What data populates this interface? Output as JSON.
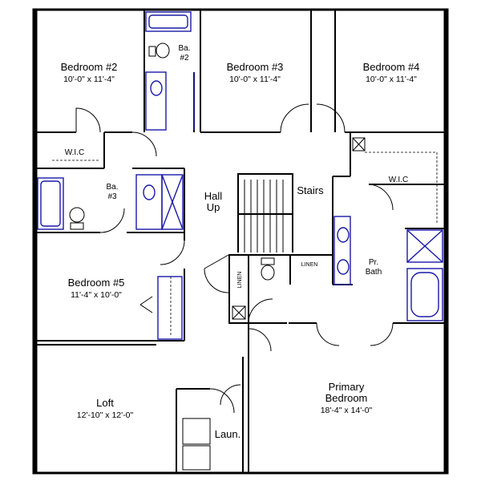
{
  "plan": {
    "rooms": [
      {
        "name": "Bedroom #2",
        "size": "10'-0\" x 11'-4\""
      },
      {
        "name": "Bedroom #3",
        "size": "10'-0\" x 11'-4\""
      },
      {
        "name": "Bedroom #4",
        "size": "10'-0\" x 11'-4\""
      },
      {
        "name": "Bedroom #5",
        "size": "11'-4\" x 10'-0\""
      },
      {
        "name": "Loft",
        "size": "12'-10\" x 12'-0\""
      },
      {
        "name": "Primary",
        "name2": "Bedroom",
        "size": "18'-4\" x 14'-0\""
      }
    ],
    "labels": {
      "ba2_line1": "Ba.",
      "ba2_line2": "#2",
      "ba3_line1": "Ba.",
      "ba3_line2": "#3",
      "wic_left": "W.I.C",
      "wic_right": "W.I.C",
      "hall_line1": "Hall",
      "hall_line2": "Up",
      "stairs": "Stairs",
      "linen_vertical": "LINEN",
      "linen_horizontal": "LINEN",
      "pr_bath_line1": "Pr.",
      "pr_bath_line2": "Bath",
      "laundry": "Laun."
    },
    "colors": {
      "walls": "#000000",
      "fixtures": "#1a1aa8"
    }
  }
}
